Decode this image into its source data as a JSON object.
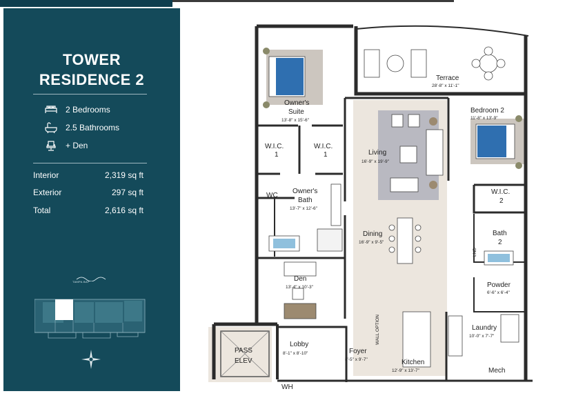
{
  "residence": {
    "title_line1": "TOWER",
    "title_line2": "RESIDENCE 2"
  },
  "features": [
    {
      "icon": "bed-icon",
      "label": "2 Bedrooms"
    },
    {
      "icon": "bathtub-icon",
      "label": "2.5 Bathrooms"
    },
    {
      "icon": "chair-icon",
      "label": "+ Den"
    }
  ],
  "areas": [
    {
      "label": "Interior",
      "value": "2,319 sq ft"
    },
    {
      "label": "Exterior",
      "value": "297 sq ft"
    },
    {
      "label": "Total",
      "value": "2,616 sq ft"
    }
  ],
  "keyplan": {
    "logo_text": "TAMPA BAY",
    "compass_icon": "compass-icon"
  },
  "rooms": {
    "owners_suite": {
      "name1": "Owner's",
      "name2": "Suite",
      "dims": "13'-8\" x 15'-6\""
    },
    "terrace": {
      "name": "Terrace",
      "dims": "28'-8\" x 11'-1\""
    },
    "bedroom2": {
      "name": "Bedroom 2",
      "dims": "11'-8\" x 13'-9\""
    },
    "wic1a": {
      "name": "W.I.C.",
      "num": "1"
    },
    "wic1b": {
      "name": "W.I.C.",
      "num": "1"
    },
    "living": {
      "name": "Living",
      "dims": "16'-9\" x 19'-9\""
    },
    "wc": {
      "name": "WC"
    },
    "owners_bath": {
      "name1": "Owner's",
      "name2": "Bath",
      "dims": "13'-7\" x 12'-6\""
    },
    "wic2": {
      "name": "W.I.C.",
      "num": "2"
    },
    "bath2": {
      "name1": "Bath",
      "name2": "2"
    },
    "dining": {
      "name": "Dining",
      "dims": "16'-9\" x 9'-5\""
    },
    "den": {
      "name": "Den",
      "dims": "13'-4\" x 10'-3\""
    },
    "powder": {
      "name": "Powder",
      "dims": "6'-6\" x 6'-4\""
    },
    "lnd": {
      "name": "LND"
    },
    "laundry": {
      "name": "Laundry",
      "dims": "10'-0\" x 7'-7\""
    },
    "pass_elev": {
      "name1": "PASS",
      "name2": "ELEV"
    },
    "lobby": {
      "name": "Lobby",
      "dims": "8'-1\" x 8'-10\""
    },
    "foyer": {
      "name": "Foyer",
      "dims": "8'-5\" x 9'-7\""
    },
    "kitchen": {
      "name": "Kitchen",
      "dims": "12'-9\" x 13'-7\""
    },
    "wall_option": {
      "name": "WALL OPTION"
    },
    "mech": {
      "name": "Mech"
    },
    "wh": {
      "name": "WH"
    }
  },
  "colors": {
    "panel": "#144a5a",
    "panel_dark": "#0f3e4e",
    "wall": "#2b2b2b",
    "rug": "#b9b9c1",
    "bed_blue": "#2f6fb0",
    "tile": "#ece6de"
  }
}
